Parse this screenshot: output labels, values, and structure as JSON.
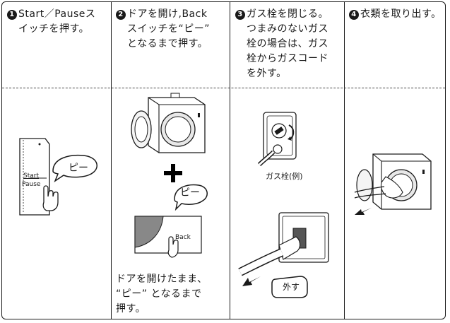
{
  "steps": [
    {
      "num": "1",
      "line1": "Start／Pauseス",
      "line2": "イッチを押す。"
    },
    {
      "num": "2",
      "line1": "ドアを開け,Back",
      "line2": "スイッチを“ピー”",
      "line3": "となるまで押す。"
    },
    {
      "num": "3",
      "line1": "ガス栓を閉じる。",
      "line2": "つまみのないガス",
      "line3": "栓の場合は、ガス",
      "line4": "栓からガスコード",
      "line5": "を外す。"
    },
    {
      "num": "4",
      "line1": "衣類を取り出す。"
    }
  ],
  "panel1": {
    "bubble": "ピー",
    "start": "Start",
    "pause": "Pause"
  },
  "panel2": {
    "bubble": "ピー",
    "back": "Back",
    "note1": "ドアを開けたまま、",
    "note2": "“ピー” となるまで",
    "note3": "押す。"
  },
  "panel3": {
    "valve_caption": "ガス栓(例)",
    "remove_label": "外す"
  }
}
